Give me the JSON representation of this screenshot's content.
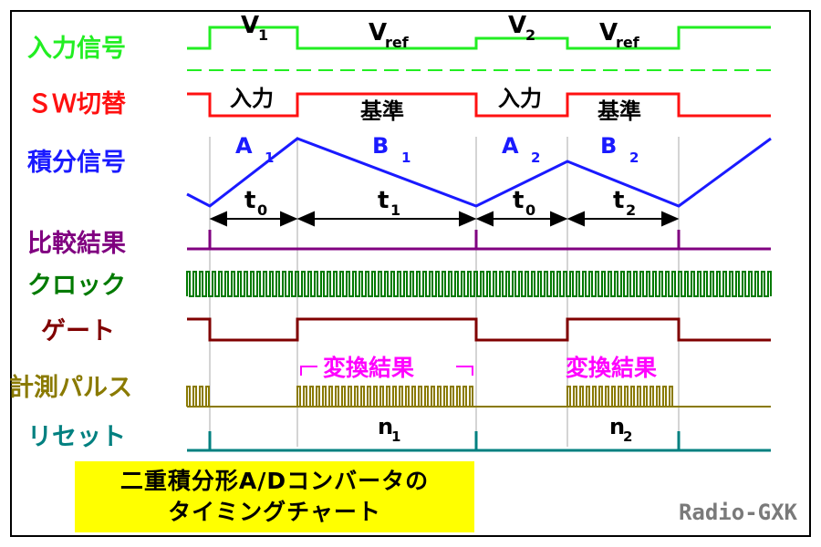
{
  "title": {
    "line1": "二重積分形A/Dコンバータの",
    "line2": "タイミングチャート"
  },
  "credit": "Radio-GXK",
  "rows": {
    "input_signal": "入力信号",
    "sw_switch": "ＳＷ切替",
    "integral_signal": "積分信号",
    "compare_result": "比較結果",
    "clock": "クロック",
    "gate": "ゲート",
    "count_pulse": "計測パルス",
    "reset": "リセット"
  },
  "segments": {
    "v1": "V",
    "v1_sub": "1",
    "vref_a": "V",
    "vref_a_sub": "ref",
    "v2": "V",
    "v2_sub": "2",
    "vref_b": "V",
    "vref_b_sub": "ref",
    "sw_in_1": "入力",
    "sw_ref_1": "基準",
    "sw_in_2": "入力",
    "sw_ref_2": "基準",
    "a1": "A",
    "a1_sub": "1",
    "b1": "B",
    "b1_sub": "1",
    "a2": "A",
    "a2_sub": "2",
    "b2": "B",
    "b2_sub": "2",
    "t0_a": "t",
    "t0_a_sub": "0",
    "t1": "t",
    "t1_sub": "1",
    "t0_b": "t",
    "t0_b_sub": "0",
    "t2": "t",
    "t2_sub": "2",
    "conv_result_1": "変換結果",
    "conv_result_2": "変換結果",
    "n1": "n",
    "n1_sub": "1",
    "n2": "n",
    "n2_sub": "2"
  },
  "colors": {
    "input": "#22ee22",
    "sw": "#ff1111",
    "integral": "#1a1aff",
    "compare": "#800080",
    "clock": "#007a00",
    "gate": "#800000",
    "count": "#8a7a00",
    "reset": "#008080",
    "magenta": "#ff00ff",
    "title_bg": "#ffff00"
  }
}
